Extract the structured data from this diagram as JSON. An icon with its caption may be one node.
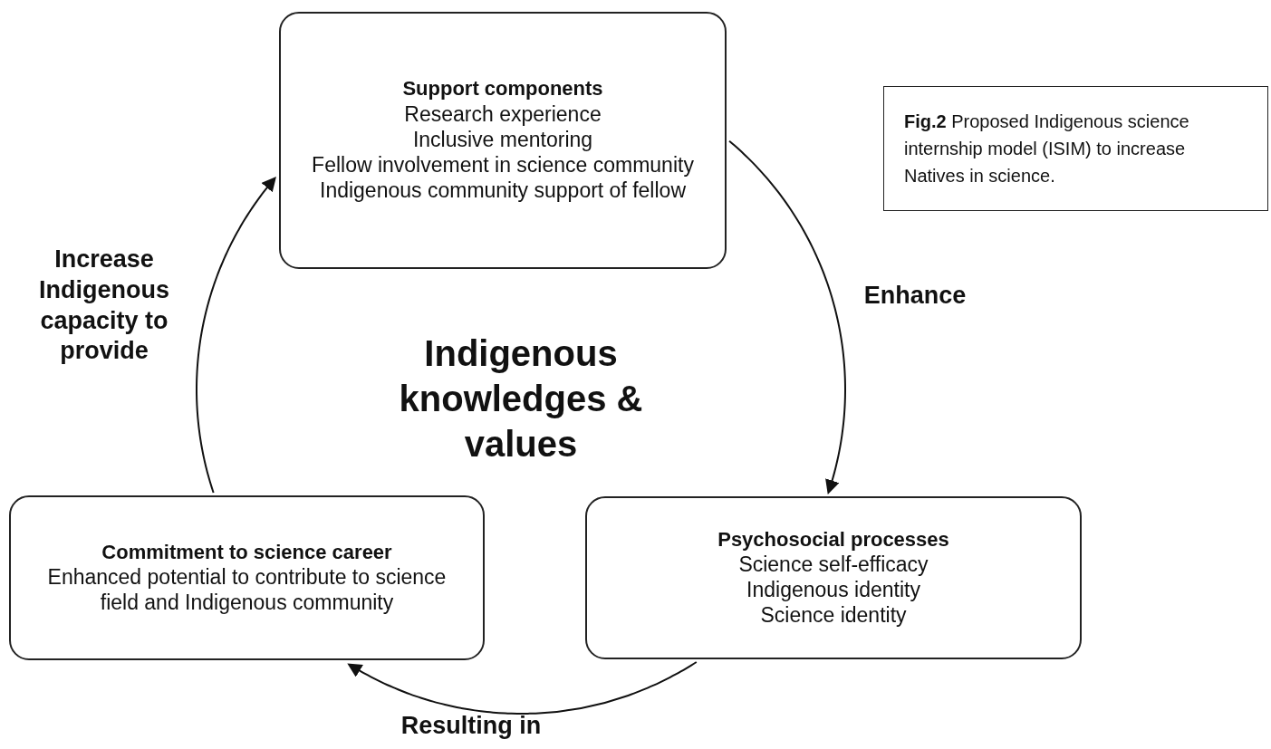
{
  "diagram": {
    "nodes": [
      {
        "text": [
          "Support components",
          "Research experience",
          "Inclusive mentoring",
          "Fellow involvement in science community",
          "Indigenous community support of fellow"
        ]
      },
      {
        "text": [
          "Psychosocial processes",
          "Science self-efficacy",
          "Indigenous identity",
          "Science identity"
        ]
      },
      {
        "text": [
          "Commitment to science career",
          "Enhanced potential to contribute to science field and Indigenous community"
        ]
      },
      {
        "text": [
          "**Fig.2** Proposed Indigenous science internship model (ISIM) to increase Natives in science."
        ]
      }
    ],
    "edges": [
      {
        "from": 0,
        "to": 1,
        "arrow": "to",
        "label": "Enhance"
      },
      {
        "from": 1,
        "to": 2,
        "arrow": "to",
        "label": "Resulting in"
      },
      {
        "from": 2,
        "to": 0,
        "arrow": "to",
        "label": "Increase Indigenous capacity to provide"
      }
    ],
    "labels": [
      "Indigenous knowledges & values"
    ]
  }
}
